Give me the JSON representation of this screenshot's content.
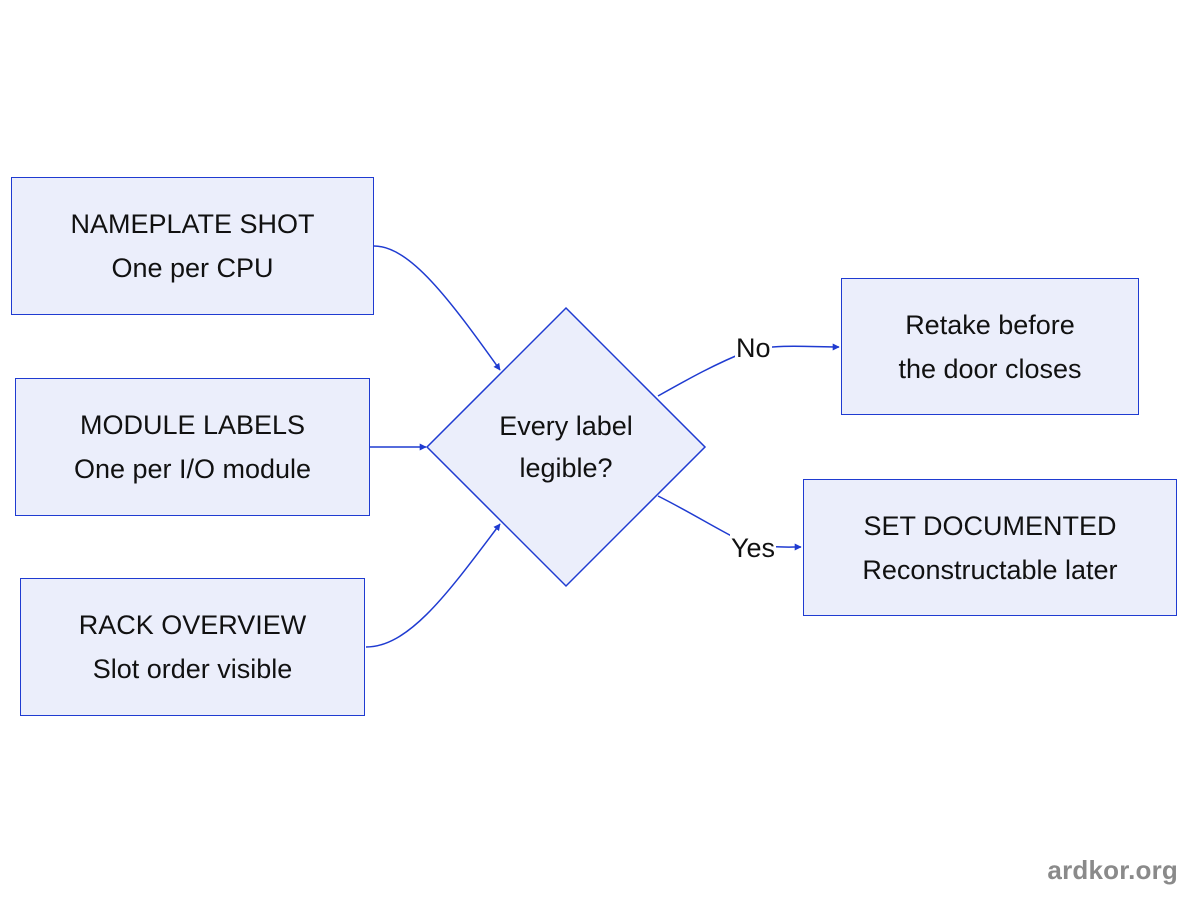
{
  "diagram": {
    "nodes": {
      "nameplate": {
        "title": "NAMEPLATE SHOT",
        "subtitle": "One per CPU"
      },
      "module": {
        "title": "MODULE LABELS",
        "subtitle": "One per I/O module"
      },
      "rack": {
        "title": "RACK OVERVIEW",
        "subtitle": "Slot order visible"
      },
      "decision": {
        "line1": "Every label",
        "line2": "legible?"
      },
      "retake": {
        "line1": "Retake before",
        "line2": "the door closes"
      },
      "documented": {
        "title": "SET DOCUMENTED",
        "subtitle": "Reconstructable later"
      }
    },
    "edges": {
      "no_label": "No",
      "yes_label": "Yes"
    },
    "colors": {
      "node_fill": "#ebeefb",
      "node_border": "#1f3bd1",
      "edge": "#1f3bd1"
    }
  },
  "watermark": "ardkor.org"
}
